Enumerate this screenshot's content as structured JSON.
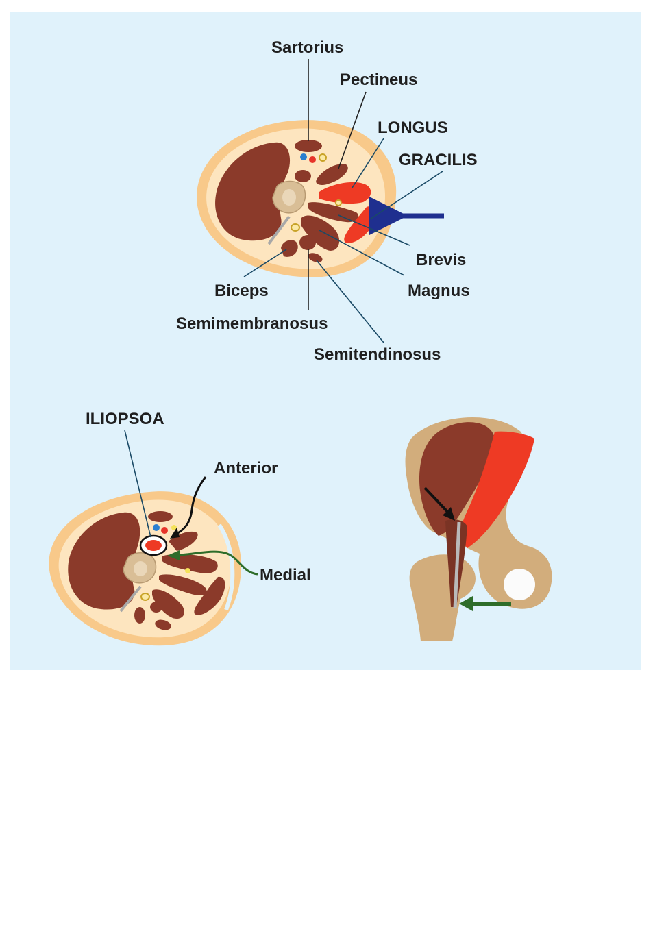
{
  "labels": {
    "sartorius": "Sartorius",
    "pectineus": "Pectineus",
    "longus": "LONGUS",
    "gracilis": "GRACILIS",
    "brevis": "Brevis",
    "magnus": "Magnus",
    "biceps": "Biceps",
    "semimembranosus": "Semimembranosus",
    "semitendinosus": "Semitendinosus",
    "iliopsoa": "ILIOPSOA",
    "anterior": "Anterior",
    "medial": "Medial"
  },
  "colors": {
    "background": "#e0f2fb",
    "fat": "#f8c98a",
    "subcutaneous": "#fde5bf",
    "muscle": "#8b3a2a",
    "highlight_muscle": "#ee3a24",
    "bone": "#d9be96",
    "pelvis": "#d2ad7c",
    "arrow_blue": "#1f2f8f",
    "arrow_green": "#2e6d2a",
    "arrow_black": "#111111"
  }
}
